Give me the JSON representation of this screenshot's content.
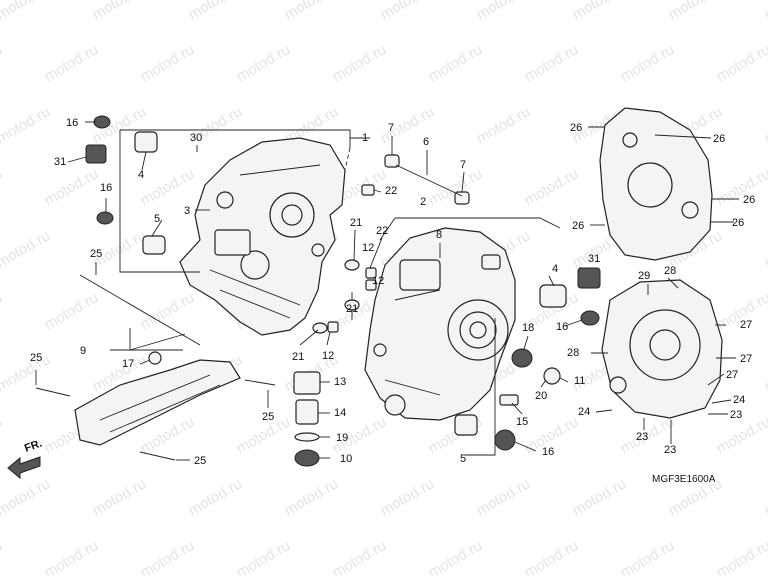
{
  "watermark_text": "motod.ru",
  "diagram_code": "MGF3E1600A",
  "direction_label": "FR.",
  "callouts": [
    {
      "id": "c-16a",
      "text": "16"
    },
    {
      "id": "c-31a",
      "text": "31"
    },
    {
      "id": "c-16b",
      "text": "16"
    },
    {
      "id": "c-30",
      "text": "30"
    },
    {
      "id": "c-1",
      "text": "1"
    },
    {
      "id": "c-4a",
      "text": "4"
    },
    {
      "id": "c-3",
      "text": "3"
    },
    {
      "id": "c-5a",
      "text": "5"
    },
    {
      "id": "c-25a",
      "text": "25"
    },
    {
      "id": "c-7a",
      "text": "7"
    },
    {
      "id": "c-6",
      "text": "6"
    },
    {
      "id": "c-7b",
      "text": "7"
    },
    {
      "id": "c-22a",
      "text": "22"
    },
    {
      "id": "c-2",
      "text": "2"
    },
    {
      "id": "c-21a",
      "text": "21"
    },
    {
      "id": "c-22b",
      "text": "22"
    },
    {
      "id": "c-12a",
      "text": "12"
    },
    {
      "id": "c-8",
      "text": "8"
    },
    {
      "id": "c-21b",
      "text": "21"
    },
    {
      "id": "c-12b",
      "text": "12"
    },
    {
      "id": "c-21c",
      "text": "21"
    },
    {
      "id": "c-12c",
      "text": "12"
    },
    {
      "id": "c-9",
      "text": "9"
    },
    {
      "id": "c-17",
      "text": "17"
    },
    {
      "id": "c-25b",
      "text": "25"
    },
    {
      "id": "c-25c",
      "text": "25"
    },
    {
      "id": "c-13",
      "text": "13"
    },
    {
      "id": "c-14",
      "text": "14"
    },
    {
      "id": "c-19",
      "text": "19"
    },
    {
      "id": "c-10",
      "text": "10"
    },
    {
      "id": "c-25d",
      "text": "25"
    },
    {
      "id": "c-4b",
      "text": "4"
    },
    {
      "id": "c-18",
      "text": "18"
    },
    {
      "id": "c-16c",
      "text": "16"
    },
    {
      "id": "c-11",
      "text": "11"
    },
    {
      "id": "c-20",
      "text": "20"
    },
    {
      "id": "c-15",
      "text": "15"
    },
    {
      "id": "c-5b",
      "text": "5"
    },
    {
      "id": "c-16d",
      "text": "16"
    },
    {
      "id": "c-26a",
      "text": "26"
    },
    {
      "id": "c-26b",
      "text": "26"
    },
    {
      "id": "c-26c",
      "text": "26"
    },
    {
      "id": "c-26d",
      "text": "26"
    },
    {
      "id": "c-26e",
      "text": "26"
    },
    {
      "id": "c-31b",
      "text": "31"
    },
    {
      "id": "c-29",
      "text": "29"
    },
    {
      "id": "c-28a",
      "text": "28"
    },
    {
      "id": "c-27a",
      "text": "27"
    },
    {
      "id": "c-28b",
      "text": "28"
    },
    {
      "id": "c-27b",
      "text": "27"
    },
    {
      "id": "c-27c",
      "text": "27"
    },
    {
      "id": "c-24a",
      "text": "24"
    },
    {
      "id": "c-24b",
      "text": "24"
    },
    {
      "id": "c-23a",
      "text": "23"
    },
    {
      "id": "c-23b",
      "text": "23"
    },
    {
      "id": "c-23c",
      "text": "23"
    }
  ]
}
